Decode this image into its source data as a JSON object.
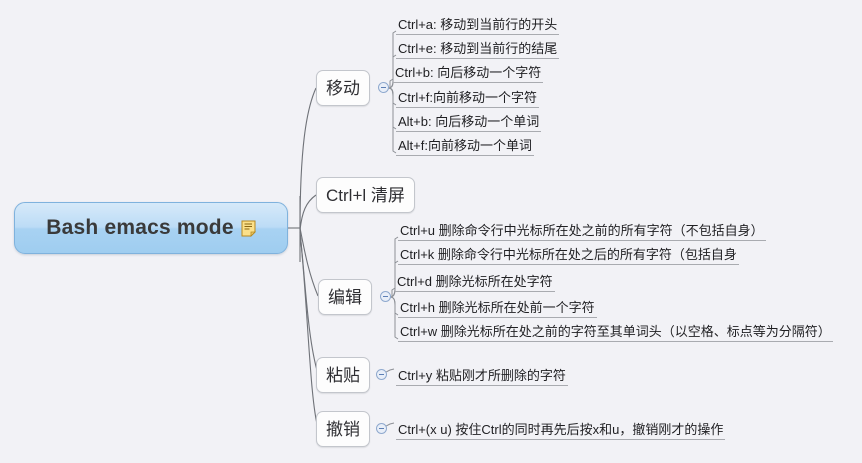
{
  "canvas": {
    "background_color": "#f2f2f6",
    "type": "mindmap"
  },
  "root": {
    "title": "Bash emacs mode",
    "icon": "note-icon",
    "fill_color": "#a8d2f2",
    "border_color": "#7fb2dd"
  },
  "branches": [
    {
      "label": "移动",
      "toggle": "collapse-toggle",
      "children": [
        {
          "text": "Ctrl+a: 移动到当前行的开头"
        },
        {
          "text": "Ctrl+e: 移动到当前行的结尾"
        },
        {
          "text": "Ctrl+b: 向后移动一个字符"
        },
        {
          "text": "Ctrl+f:向前移动一个字符"
        },
        {
          "text": "Alt+b: 向后移动一个单词"
        },
        {
          "text": "Alt+f:向前移动一个单词"
        }
      ]
    },
    {
      "label": "Ctrl+l 清屏",
      "toggle": null,
      "children": []
    },
    {
      "label": "编辑",
      "toggle": "collapse-toggle",
      "children": [
        {
          "text": "Ctrl+u 删除命令行中光标所在处之前的所有字符（不包括自身）"
        },
        {
          "text": "Ctrl+k 删除命令行中光标所在处之后的所有字符（包括自身"
        },
        {
          "text": "Ctrl+d 删除光标所在处字符"
        },
        {
          "text": "Ctrl+h 删除光标所在处前一个字符"
        },
        {
          "text": "Ctrl+w 删除光标所在处之前的字符至其单词头（以空格、标点等为分隔符）"
        }
      ]
    },
    {
      "label": "粘贴",
      "toggle": "collapse-toggle",
      "children": [
        {
          "text": "Ctrl+y 粘贴刚才所删除的字符"
        }
      ]
    },
    {
      "label": "撤销",
      "toggle": "collapse-toggle",
      "children": [
        {
          "text": "Ctrl+(x u) 按住Ctrl的同时再先后按x和u，撤销刚才的操作"
        }
      ]
    }
  ]
}
